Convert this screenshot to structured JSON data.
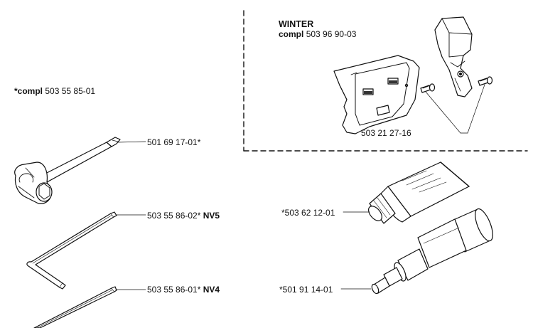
{
  "winter": {
    "title": "WINTER",
    "compl_bold": "compl",
    "compl_number": "503 96 90-03"
  },
  "kit": {
    "compl_bold": "*compl",
    "compl_number": "503 55 85-01"
  },
  "parts": {
    "combination_tool": "501 69 17-01*",
    "hex_key_nv5_number": "503 55 86-02*",
    "hex_key_nv5_size": "NV5",
    "hex_key_nv4_number": "503 55 86-01*",
    "hex_key_nv4_size": "NV4",
    "screw": "503 21 27-16",
    "grease_tube": "*503 62 12-01",
    "grease_pump": "*501 91 14-01"
  },
  "icons": {
    "combination_tool": "socket-wrench-icon",
    "hex_key": "allen-key-icon",
    "grease_tube": "grease-tube-icon",
    "grease_pump": "grease-pump-icon",
    "winter_cover": "winter-cover-icon",
    "screw": "screw-icon"
  },
  "colors": {
    "line": "#111111",
    "background": "#ffffff"
  }
}
